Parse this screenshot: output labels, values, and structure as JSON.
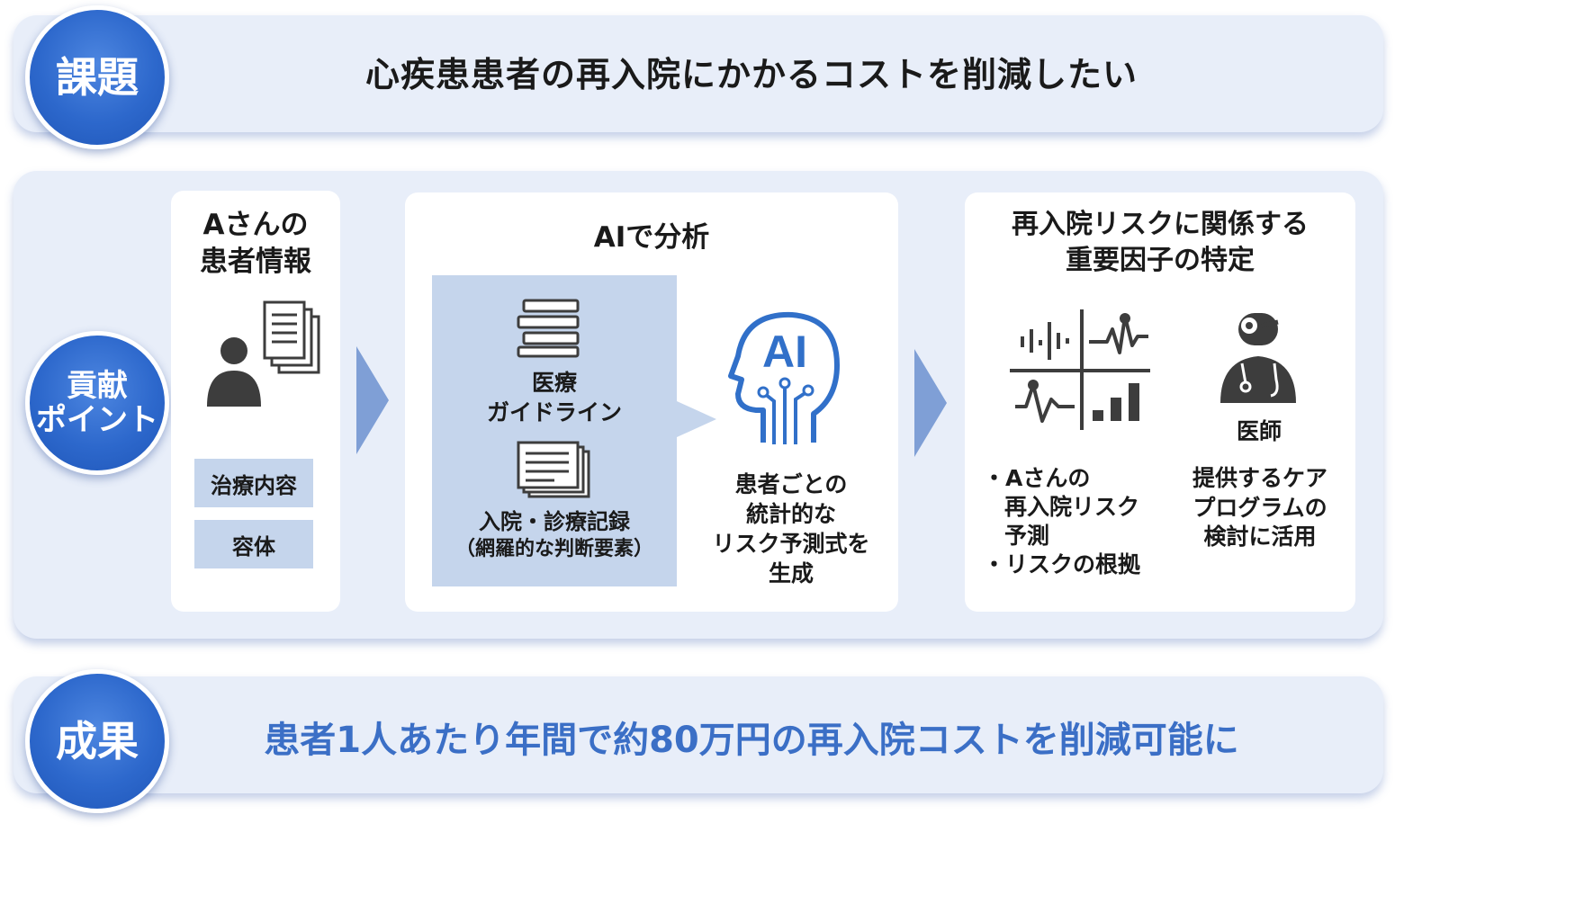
{
  "issue": {
    "badge": "課題",
    "text": "心疾患患者の再入院にかかるコストを削減したい"
  },
  "contribution": {
    "badge_line1": "貢献",
    "badge_line2": "ポイント",
    "patient": {
      "title_line1": "Aさんの",
      "title_line2": "患者情報",
      "items": [
        "治療内容",
        "容体"
      ]
    },
    "analysis": {
      "title": "AIで分析",
      "guideline_line1": "医療",
      "guideline_line2": "ガイドライン",
      "record_line1": "入院・診療記録",
      "record_line2": "（網羅的な判断要素）",
      "ai_icon_text": "AI",
      "result_lines": [
        "患者ごとの",
        "統計的な",
        "リスク予測式を",
        "生成"
      ]
    },
    "factors": {
      "title_line1": "再入院リスクに関係する",
      "title_line2": "重要因子の特定",
      "bullets": [
        "・Aさんの",
        "再入院リスク",
        "予測",
        "・リスクの根拠"
      ],
      "doctor_label": "医師",
      "doctor_lines": [
        "提供するケア",
        "プログラムの",
        "検討に活用"
      ]
    }
  },
  "result": {
    "badge": "成果",
    "text": "患者1人あたり年間で約80万円の再入院コストを削減可能に"
  },
  "colors": {
    "band": "#e8eef9",
    "badge": "#2d68cc",
    "accent_text": "#3b6fc6",
    "chip": "#c5d5ec",
    "arrow": "#7f9fd6",
    "icon_dark": "#3d3d3d"
  }
}
